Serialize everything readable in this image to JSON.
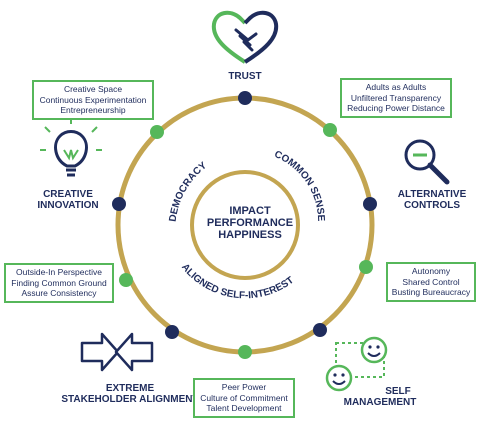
{
  "center": {
    "line1": "IMPACT",
    "line2": "PERFORMANCE",
    "line3": "HAPPINESS"
  },
  "arc_labels": {
    "left": "DEMOCRACY",
    "right": "COMMON SENSE",
    "bottom": "ALIGNED SELF-INTEREST"
  },
  "nodes": {
    "trust": {
      "label": "TRUST",
      "icon": "handshake-heart-icon"
    },
    "alternative_controls": {
      "line1": "ALTERNATIVE",
      "line2": "CONTROLS",
      "icon": "magnifier-icon"
    },
    "self_management": {
      "line1": "SELF",
      "line2": "MANAGEMENT",
      "icon": "smiley-faces-icon"
    },
    "stakeholder_alignment": {
      "line1": "EXTREME",
      "line2": "STAKEHOLDER ALIGNMENT",
      "icon": "converging-arrows-icon"
    },
    "creative_innovation": {
      "line1": "CREATIVE",
      "line2": "INNOVATION",
      "icon": "lightbulb-icon"
    }
  },
  "boxes": {
    "top_left": [
      "Creative Space",
      "Continuous Experimentation",
      "Entrepreneurship"
    ],
    "top_right": [
      "Adults as Adults",
      "Unfiltered Transparency",
      "Reducing Power Distance"
    ],
    "mid_right": [
      "Autonomy",
      "Shared Control",
      "Busting Bureaucracy"
    ],
    "bottom_center": [
      "Peer Power",
      "Culture of Commitment",
      "Talent Development"
    ],
    "mid_left": [
      "Outside-In Perspective",
      "Finding Common Ground",
      "Assure Consistency"
    ]
  },
  "colors": {
    "navy": "#1f2c5c",
    "green": "#56b75a",
    "gold": "#c3a551"
  }
}
